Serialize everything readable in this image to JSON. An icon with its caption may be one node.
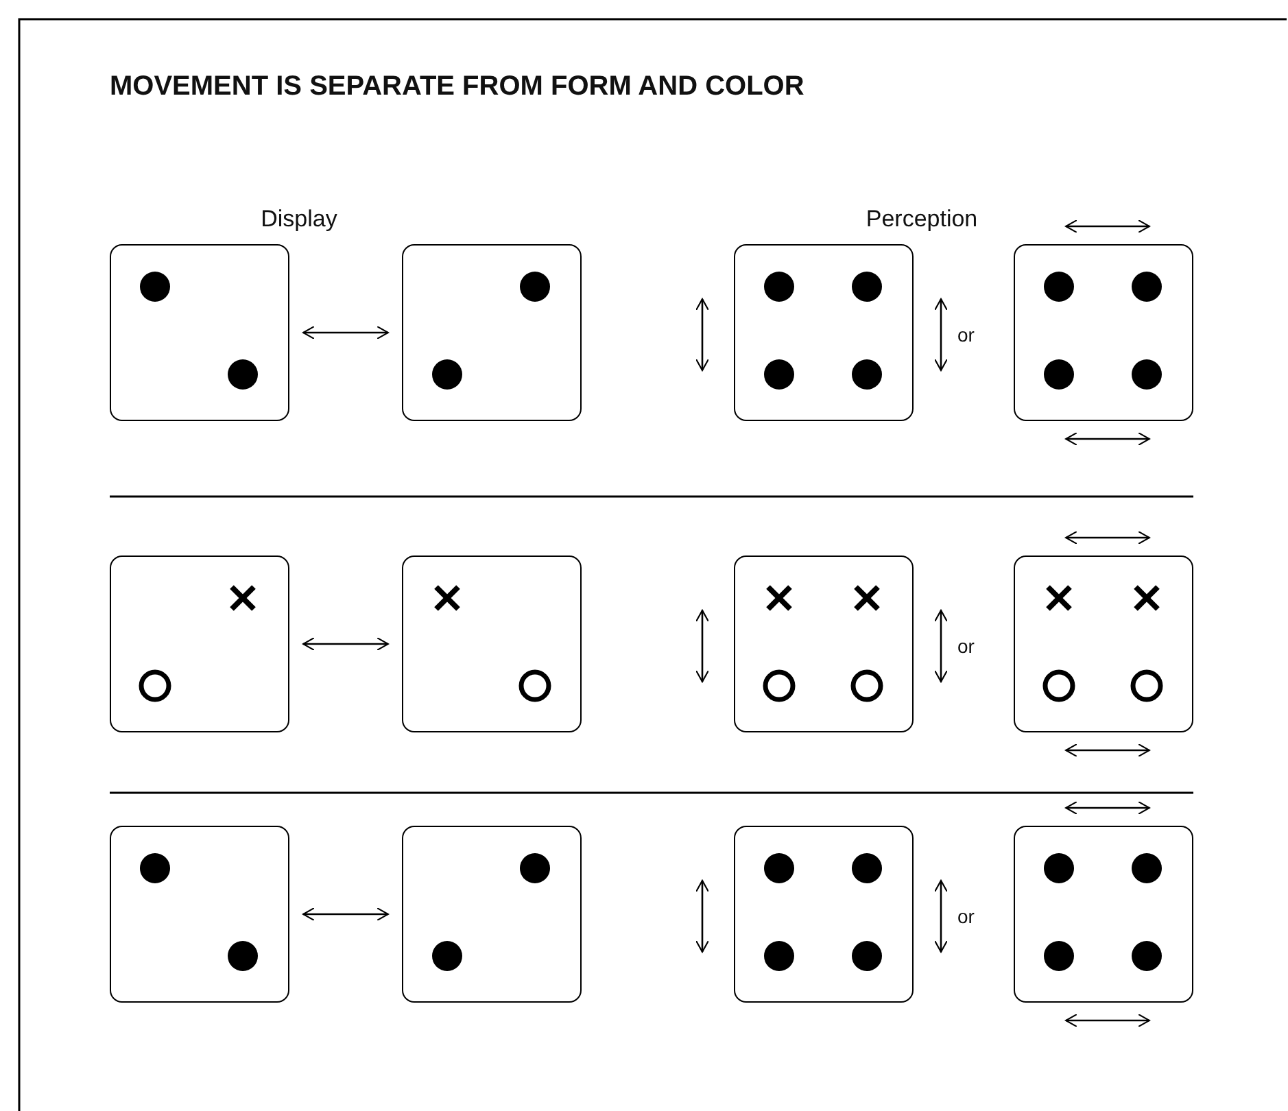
{
  "diagram": {
    "title": "MOVEMENT IS SEPARATE FROM FORM AND COLOR",
    "nodes": [
      {
        "text": [],
        "shape": "box"
      },
      {
        "text": [],
        "shape": "box"
      },
      {
        "text": [],
        "shape": "box"
      },
      {
        "text": [],
        "shape": "box"
      },
      {
        "text": [],
        "shape": "box"
      },
      {
        "text": [],
        "shape": "box"
      },
      {
        "text": [],
        "shape": "box"
      },
      {
        "text": [],
        "shape": "box"
      },
      {
        "text": [],
        "shape": "box"
      },
      {
        "text": [],
        "shape": "box"
      },
      {
        "text": [],
        "shape": "box"
      },
      {
        "text": [],
        "shape": "box"
      }
    ],
    "edges": [
      {
        "from": 0,
        "to": 1,
        "arrow": "both"
      },
      {
        "from": 4,
        "to": 5,
        "arrow": "both"
      },
      {
        "from": 8,
        "to": 9,
        "arrow": "both"
      }
    ],
    "labels": [
      "Display",
      "Perception",
      "or",
      "or",
      "or"
    ]
  }
}
